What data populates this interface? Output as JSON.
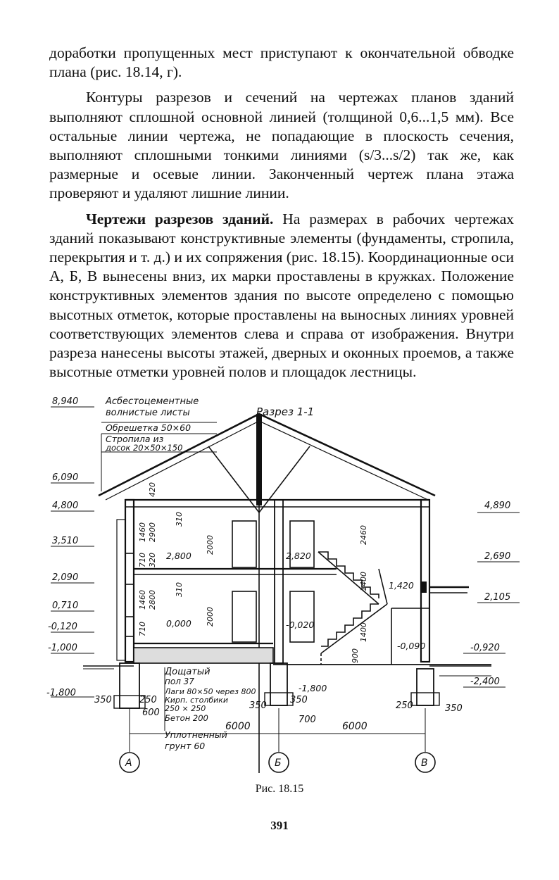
{
  "text": {
    "p1": "доработки пропущенных мест приступают к окончательной обводке плана (рис. 18.14, г).",
    "p2": "Контуры разрезов и сечений на чертежах планов зданий выполняют сплошной основной линией (толщиной 0,6...1,5 мм). Все остальные линии чертежа, не попадающие в плоскость сечения, выполняют сплошными тонкими линиями (s/3...s/2) так же, как размерные и осевые линии. Законченный чертеж плана этажа проверяют и удаляют лишние линии.",
    "p3_heading": "Чертежи разрезов зданий.",
    "p3_body": " На размерах в рабочих чертежах зданий показывают конструктивные элементы (фундаменты, стропила, перекрытия и т. д.) и их сопряжения (рис. 18.15). Координационные оси А, Б, В вынесены вниз, их марки проставлены в кружках. Положение конструктивных элементов здания по высоте определено с помощью высотных отметок, которые проставлены на выносных линиях уровней соответствующих элементов слева и справа от изображения. Внутри разреза нанесены высоты этажей, дверных и оконных проемов, а также высотные отметки уровней полов и площадок лестницы."
  },
  "figure": {
    "title": "Разрез 1-1",
    "notes": {
      "roof1": "Асбестоцементные",
      "roof2": "волнистые листы",
      "lath": "Обрешетка  50×60",
      "rafter1": "Стропила  из",
      "rafter2": "досок  20×50×150",
      "floor1": "Дощатый",
      "floor2": "пол 37",
      "joists": "Лаги 80×50 через 800",
      "posts1": "Кирп. столбики",
      "posts2": "250 × 250",
      "concrete": "Бетон 200",
      "soil1": "Уплотненный",
      "soil2": "грунт 60"
    },
    "levels_left": [
      "8,940",
      "6,090",
      "4,800",
      "3,510",
      "2,090",
      "0,710",
      "-0,120",
      "-1,000",
      "-1,800"
    ],
    "levels_right": [
      "4,890",
      "2,690",
      "2,105",
      "-0,920",
      "-2,400"
    ],
    "inner_levels": [
      "2,800",
      "0,000",
      "2,820",
      "-0,020",
      "1,420",
      "-0,090",
      "-1,800"
    ],
    "dims_vertical": [
      "420",
      "1460",
      "2900",
      "710",
      "310",
      "1460",
      "2800",
      "710",
      "320",
      "310",
      "2000",
      "2000",
      "2460",
      "1400",
      "1400",
      "900"
    ],
    "dims_bottom": [
      "350",
      "250",
      "600",
      "350",
      "350",
      "700",
      "6000",
      "6000",
      "250",
      "350"
    ],
    "axes": [
      "А",
      "Б",
      "В"
    ]
  },
  "caption": "Рис. 18.15",
  "page_number": "391"
}
